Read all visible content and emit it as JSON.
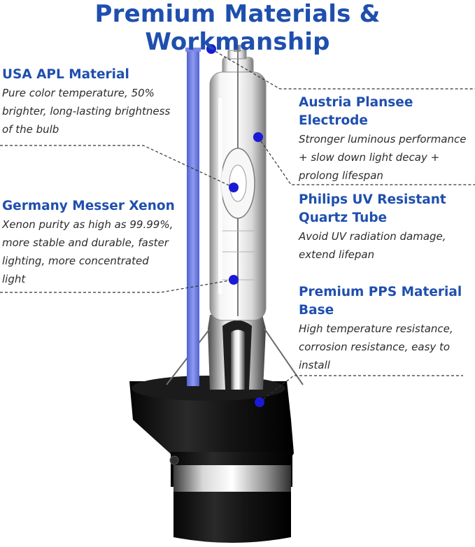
{
  "title": "Premium Materials & Workmanship",
  "features": {
    "apl": {
      "heading": "USA APL Material",
      "lines": [
        "Pure color temperature, 50%",
        "brighter, long-lasting brightness",
        "of the bulb"
      ]
    },
    "xenon": {
      "heading": "Germany Messer Xenon",
      "lines": [
        "Xenon purity as high as 99.99%,",
        "more stable and durable, faster",
        "lighting, more concentrated",
        "light"
      ]
    },
    "electrode": {
      "heading": "Austria Plansee Electrode",
      "lines": [
        "Stronger luminous performance",
        "+ slow down light decay +",
        "prolong lifespan"
      ]
    },
    "quartz": {
      "heading_lines": [
        "Philips UV Resistant",
        "Quartz Tube"
      ],
      "lines": [
        "Avoid UV radiation damage,",
        "extend lifepan"
      ]
    },
    "base": {
      "heading_lines": [
        "Premium PPS Material",
        "Base"
      ],
      "lines": [
        "High temperature resistance,",
        "corrosion resistance, easy to",
        "install"
      ]
    }
  },
  "colors": {
    "brand_blue": "#1f4fae",
    "dot_blue": "#1a1ad6",
    "wire_blue": "#6f7fe3"
  }
}
